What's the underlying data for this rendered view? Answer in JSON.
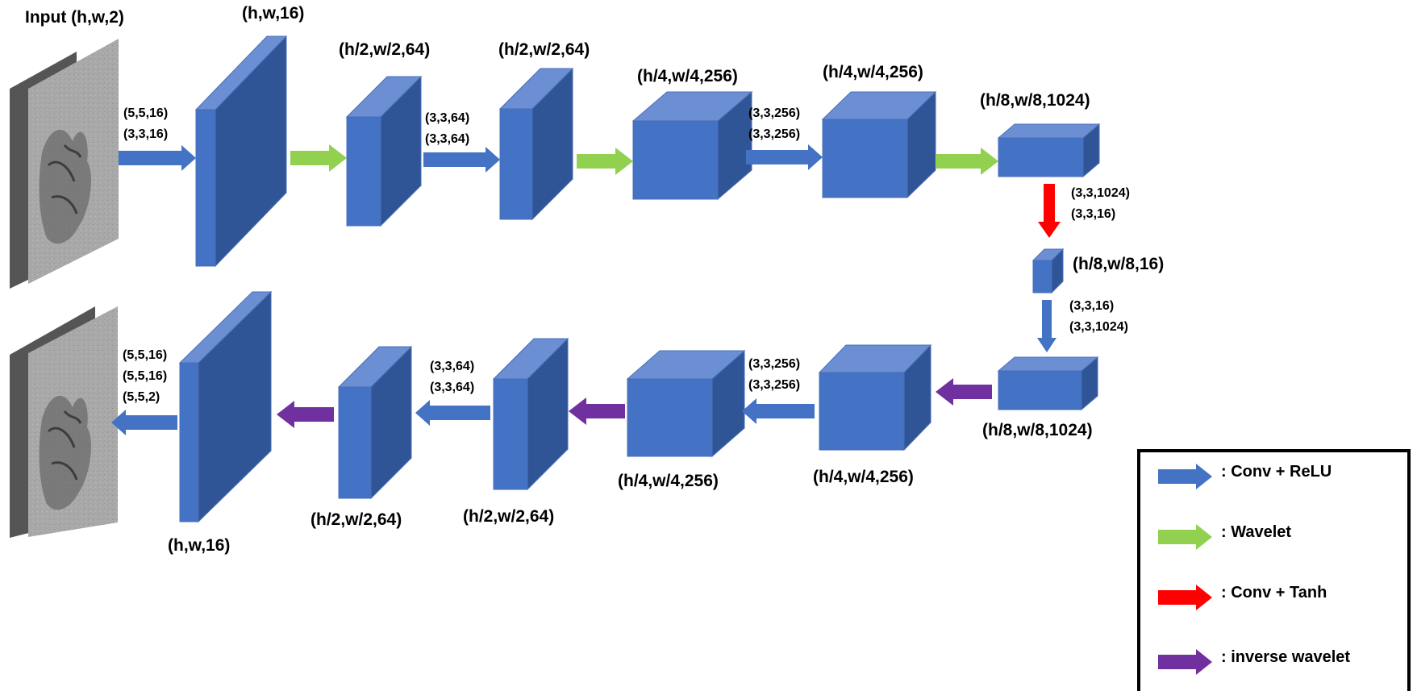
{
  "colors": {
    "block_front": "#4472c4",
    "block_side": "#2f5597",
    "block_top": "#6c8fd3",
    "block_edge": "#4a6fb8",
    "conv_relu": "#4472c4",
    "wavelet": "#92d050",
    "conv_tanh": "#ff0000",
    "inverse_wavelet": "#7030a0"
  },
  "input_label": "Input (h,w,2)",
  "encoder": {
    "block1_label": "(h,w,16)",
    "block2_label": "(h/2,w/2,64)",
    "block3_label": "(h/2,w/2,64)",
    "block4_label": "(h/4,w/4,256)",
    "block5_label": "(h/4,w/4,256)",
    "block6_label": "(h/8,w/8,1024)",
    "conv1": [
      "(5,5,16)",
      "(3,3,16)"
    ],
    "conv2": [
      "(3,3,64)",
      "(3,3,64)"
    ],
    "conv3": [
      "(3,3,256)",
      "(3,3,256)"
    ]
  },
  "bottleneck": {
    "down_conv": [
      "(3,3,1024)",
      "(3,3,16)"
    ],
    "label": "(h/8,w/8,16)",
    "up_conv": [
      "(3,3,16)",
      "(3,3,1024)"
    ]
  },
  "decoder": {
    "block1_label": "(h/8,w/8,1024)",
    "block2_label": "(h/4,w/4,256)",
    "block3_label": "(h/4,w/4,256)",
    "block4_label": "(h/2,w/2,64)",
    "block5_label": "(h/2,w/2,64)",
    "block6_label": "(h,w,16)",
    "conv1": [
      "(3,3,256)",
      "(3,3,256)"
    ],
    "conv2": [
      "(3,3,64)",
      "(3,3,64)"
    ],
    "conv3": [
      "(5,5,16)",
      "(5,5,16)",
      "(5,5,2)"
    ]
  },
  "legend": [
    {
      "label": ": Conv + ReLU",
      "color": "#4472c4"
    },
    {
      "label": ": Wavelet",
      "color": "#92d050"
    },
    {
      "label": ": Conv + Tanh",
      "color": "#ff0000"
    },
    {
      "label": ": inverse wavelet",
      "color": "#7030a0"
    }
  ]
}
